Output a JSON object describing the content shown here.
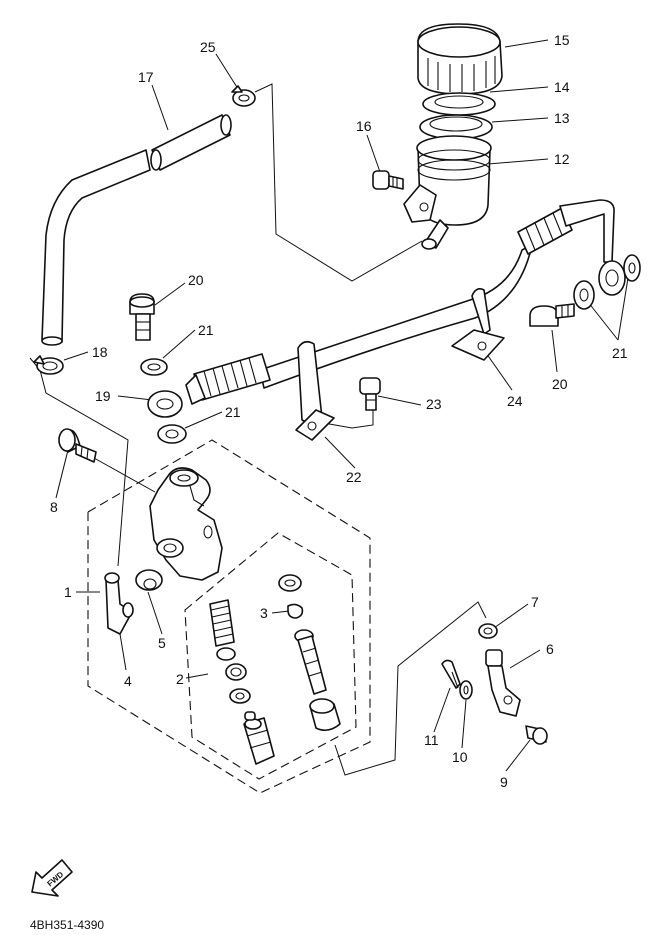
{
  "diagram": {
    "part_code": "4BH351-4390",
    "fwd_label": "FWD",
    "callouts": {
      "c1": "1",
      "c2": "2",
      "c3": "3",
      "c4": "4",
      "c5": "5",
      "c6": "6",
      "c7": "7",
      "c8": "8",
      "c9": "9",
      "c10": "10",
      "c11": "11",
      "c12": "12",
      "c13": "13",
      "c14": "14",
      "c15": "15",
      "c16": "16",
      "c17": "17",
      "c18": "18",
      "c19": "19",
      "c20a": "20",
      "c20b": "20",
      "c21a": "21",
      "c21b": "21",
      "c21c": "21",
      "c22": "22",
      "c23": "23",
      "c24": "24",
      "c25": "25"
    }
  }
}
